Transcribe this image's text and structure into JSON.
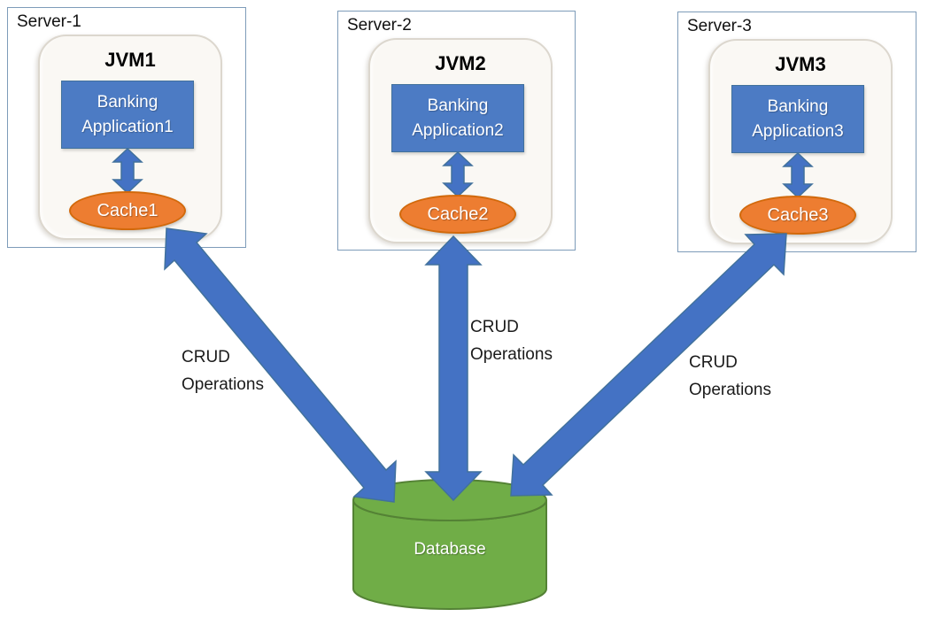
{
  "servers": [
    {
      "label": "Server-1",
      "jvm_label": "JVM1",
      "app_lines": [
        "Banking",
        "Application1"
      ],
      "cache_label": "Cache1"
    },
    {
      "label": "Server-2",
      "jvm_label": "JVM2",
      "app_lines": [
        "Banking",
        "Application2"
      ],
      "cache_label": "Cache2"
    },
    {
      "label": "Server-3",
      "jvm_label": "JVM3",
      "app_lines": [
        "Banking",
        "Application3"
      ],
      "cache_label": "Cache3"
    }
  ],
  "connections": [
    {
      "lines": [
        "CRUD",
        "Operations"
      ]
    },
    {
      "lines": [
        "CRUD",
        "Operations"
      ]
    },
    {
      "lines": [
        "CRUD",
        "Operations"
      ]
    }
  ],
  "database": {
    "label": "Database"
  },
  "colors": {
    "arrow_blue": "#4472C4",
    "arrow_outline": "#41719C",
    "app_fill": "#4C7BC4",
    "app_border": "#41719C",
    "cache_fill": "#ED7D31",
    "cache_border": "#D2690B",
    "db_fill": "#70AD47",
    "db_border": "#548235",
    "server_border": "#7E9CB9",
    "jvm_fill": "#FAF8F4"
  }
}
